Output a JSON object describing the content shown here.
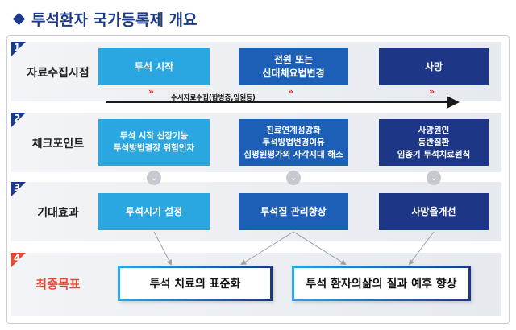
{
  "title": "투석환자 국가등록제 개요",
  "rows": [
    {
      "num": "1",
      "label": "자료수집시점"
    },
    {
      "num": "2",
      "label": "체크포인트"
    },
    {
      "num": "3",
      "label": "기대효과"
    },
    {
      "num": "4",
      "label": "최종목표"
    }
  ],
  "row1": {
    "box1": {
      "line1": "투석 시작"
    },
    "box2": {
      "line1": "전원 또는",
      "line2": "신대체요법변경"
    },
    "box3": {
      "line1": "사망"
    },
    "note": "수시자료수집(합병증,입원등)"
  },
  "row2": {
    "box1": {
      "line1": "투석 시작 신장기능",
      "line2": "투석방법결정 위험인자"
    },
    "box2": {
      "line1": "진료연계성강화",
      "line2": "투석방법변경이유",
      "line3": "심평원평가의 사각지대 해소"
    },
    "box3": {
      "line1": "사망원인",
      "line2": "동반질환",
      "line3": "임종기 투석치료원칙"
    }
  },
  "row3": {
    "box1": {
      "line1": "투석시기 설정"
    },
    "box2": {
      "line1": "투석질 관리향상"
    },
    "box3": {
      "line1": "사망율개선"
    }
  },
  "row4": {
    "goal1": "투석 치료의 표준화",
    "goal2": "투석 환자의삶의 질과 예후 향상"
  },
  "icons": {
    "chevron": "»",
    "circle_chevron": "⌄"
  },
  "colors": {
    "navy": "#1d3786",
    "mid_blue": "#1d5fb6",
    "light_blue": "#2aa6e0",
    "accent_red": "#e84a2e"
  }
}
